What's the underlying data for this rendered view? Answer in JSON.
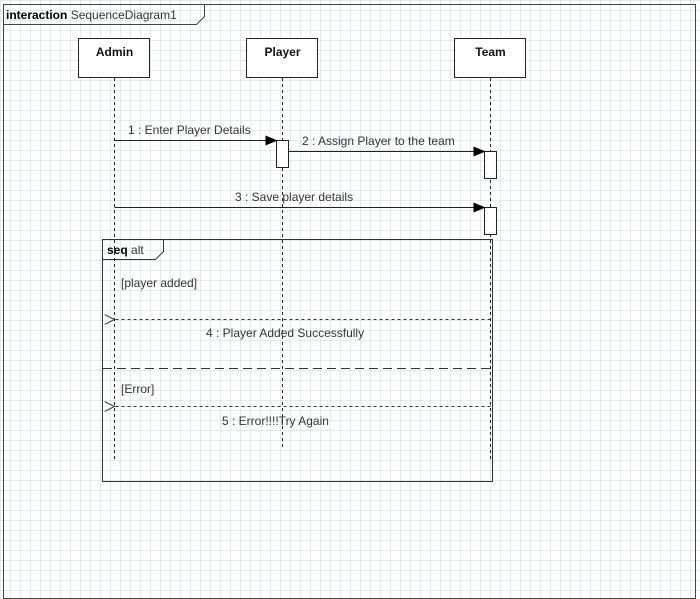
{
  "diagram": {
    "frame_keyword": "interaction",
    "frame_name": "SequenceDiagram1"
  },
  "lifelines": [
    {
      "id": "admin",
      "name": "Admin"
    },
    {
      "id": "player",
      "name": "Player"
    },
    {
      "id": "team",
      "name": "Team"
    }
  ],
  "messages": [
    {
      "label": "1 : Enter Player Details",
      "from": "admin",
      "to": "player",
      "kind": "sync"
    },
    {
      "label": "2 : Assign Player to the team",
      "from": "player",
      "to": "team",
      "kind": "sync"
    },
    {
      "label": "3 : Save player details",
      "from": "admin",
      "to": "team",
      "kind": "sync"
    },
    {
      "label": "4 : Player Added Successfully",
      "from": "team",
      "to": "admin",
      "kind": "reply"
    },
    {
      "label": "5 : Error!!!!Try Again",
      "from": "team",
      "to": "admin",
      "kind": "reply"
    }
  ],
  "fragment": {
    "keyword": "seq",
    "operator": "alt",
    "guards": [
      "[player added]",
      "[Error]"
    ]
  }
}
